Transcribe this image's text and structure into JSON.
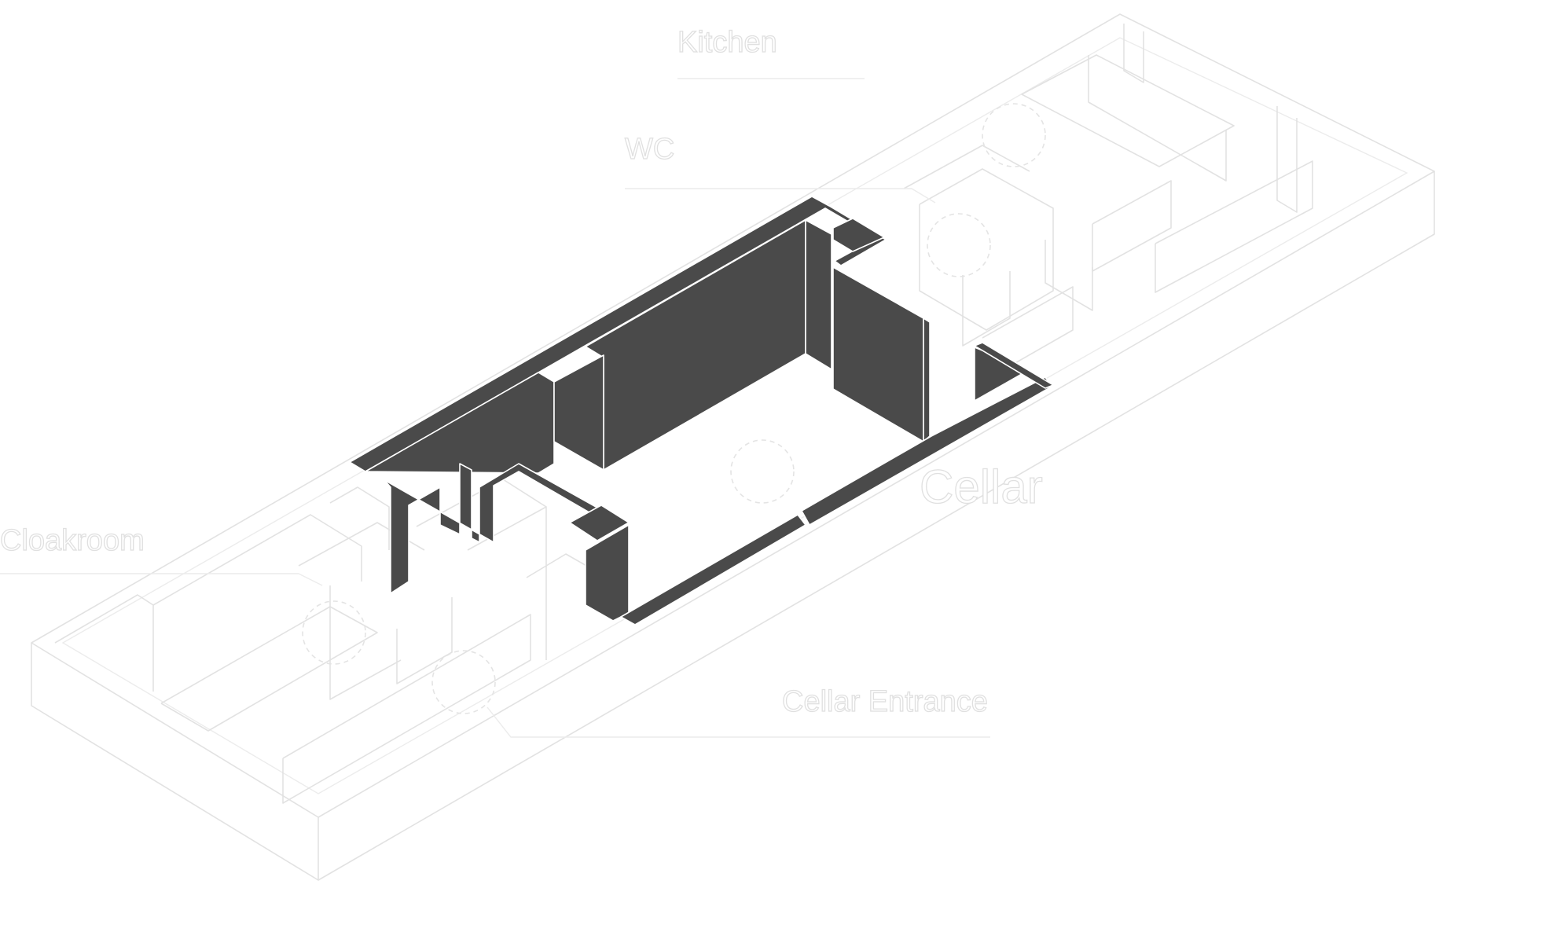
{
  "diagram": {
    "highlighted_room": "Cellar",
    "highlight_color": "#4a4a4a",
    "ghost_line_color": "#e2e2e2",
    "background_color": "#ffffff",
    "rooms": {
      "kitchen": "Kitchen",
      "wc": "WC",
      "cellar": "Cellar",
      "cloakroom": "Cloakroom",
      "cellar_entrance": "Cellar Entrance"
    }
  }
}
